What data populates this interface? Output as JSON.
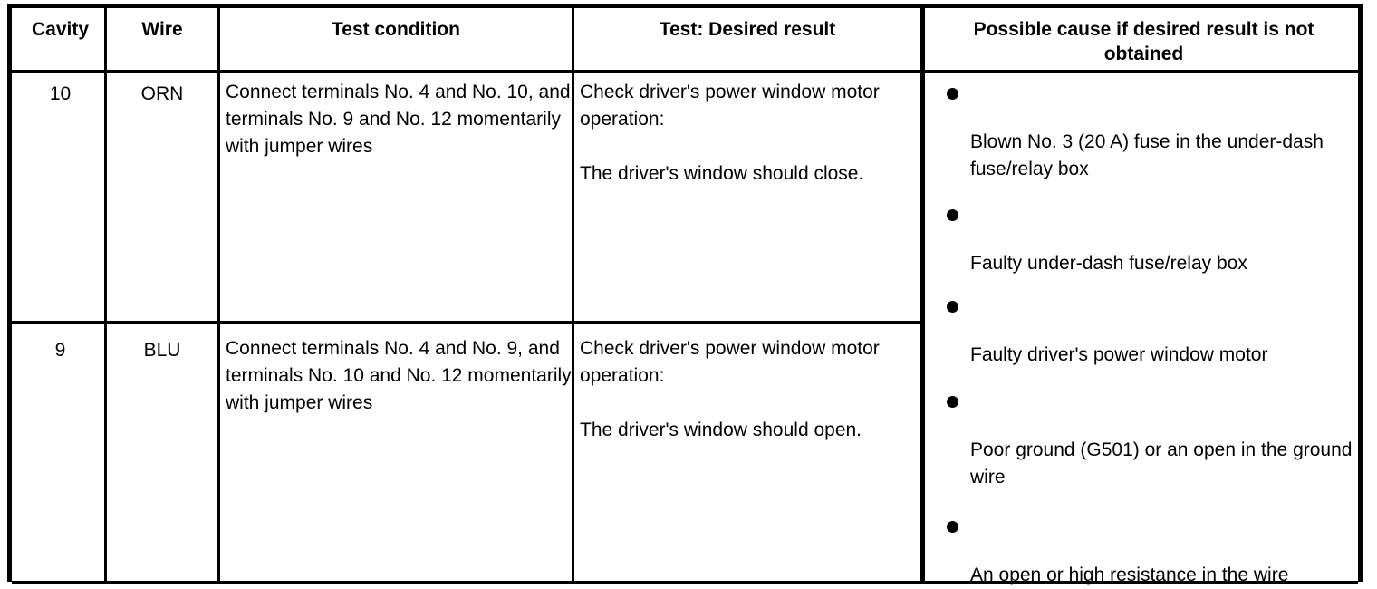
{
  "table": {
    "headers": {
      "cavity": "Cavity",
      "wire": "Wire",
      "test_condition": "Test condition",
      "desired_result": "Test: Desired result",
      "possible_cause_line1": "Possible cause if desired result is not",
      "possible_cause_line2": "obtained"
    },
    "rows": [
      {
        "cavity": "10",
        "wire": "ORN",
        "test_condition": "Connect terminals No. 4 and No. 10,   and terminals No. 9 and No. 12   momentarily with jumper wires",
        "desired_result_intro": "Check driver's power window motor operation:",
        "desired_result_detail": "The driver's window should close."
      },
      {
        "cavity": "9",
        "wire": "BLU",
        "test_condition": "Connect terminals No. 4 and No. 9,   and terminals No. 10 and No. 12   momentarily with jumper wires",
        "desired_result_intro": "Check driver's power window motor operation:",
        "desired_result_detail": "The driver's window should open."
      }
    ],
    "possible_causes": [
      "Blown No. 3 (20 A) fuse in the under-dash fuse/relay box",
      "Faulty under-dash fuse/relay box",
      "Faulty driver's power window motor",
      "Poor ground (G501) or an open in the ground wire",
      "An open or high resistance in the wire"
    ]
  }
}
